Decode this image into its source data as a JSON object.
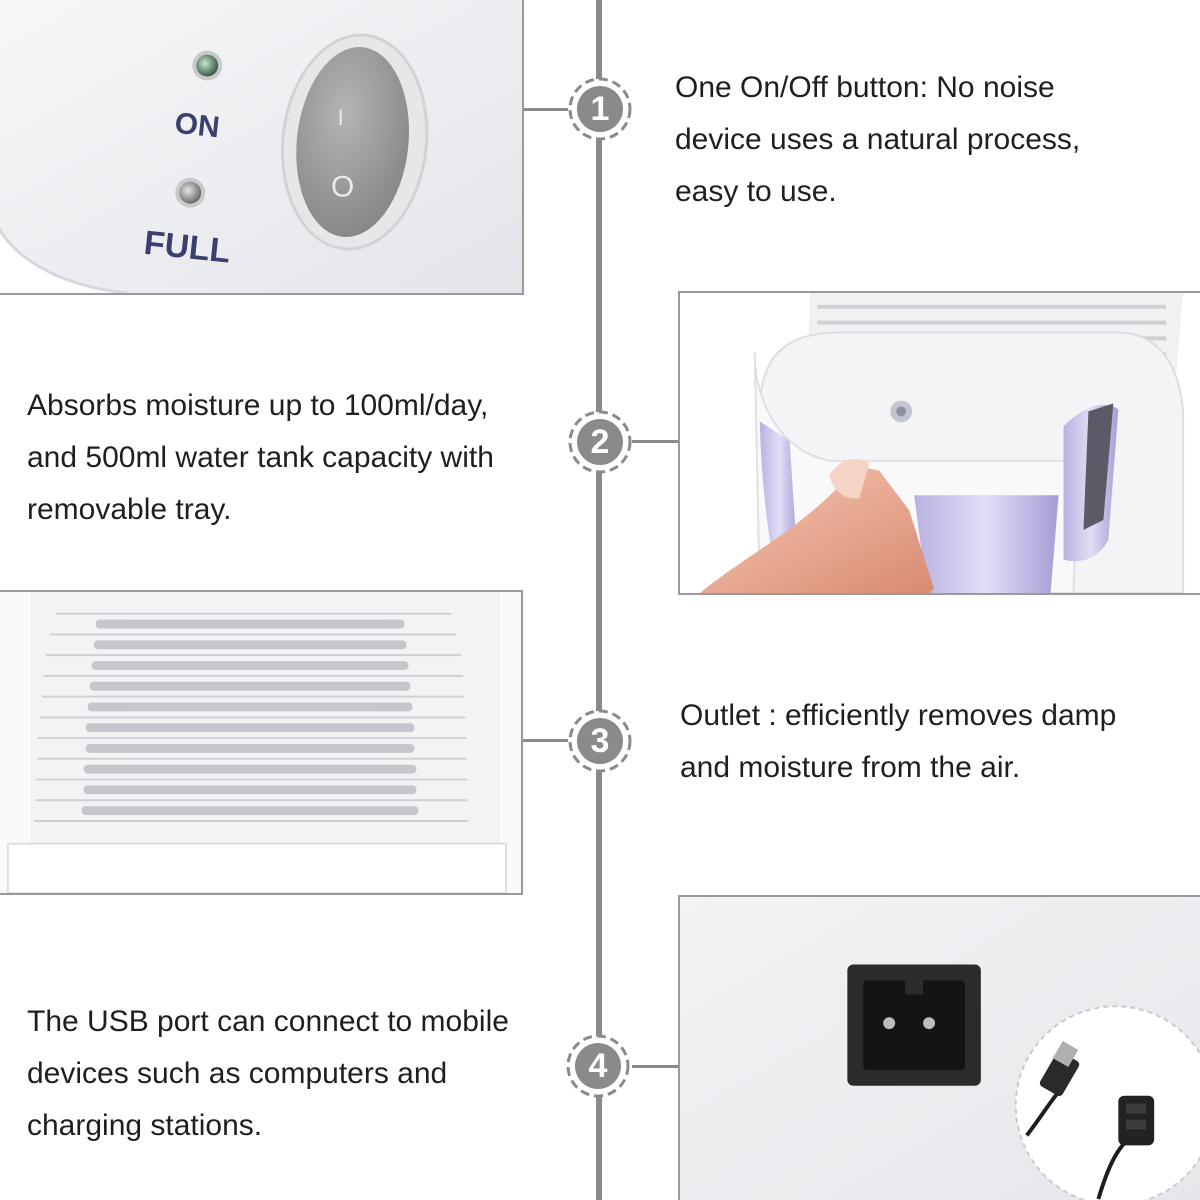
{
  "features": [
    {
      "number": "1",
      "caption": [
        "One On/Off button: No noise",
        "device uses a natural process,",
        "easy to use."
      ],
      "photo": {
        "labels": {
          "on": "ON",
          "full": "FULL"
        },
        "switch_marks": {
          "on": "I",
          "off": "O"
        }
      }
    },
    {
      "number": "2",
      "caption": [
        "Absorbs moisture up to 100ml/day,",
        "and 500ml water tank capacity with",
        "removable tray."
      ]
    },
    {
      "number": "3",
      "caption": [
        "Outlet : efficiently removes damp",
        "and moisture from the air."
      ]
    },
    {
      "number": "4",
      "caption": [
        "The USB port can connect to mobile",
        "devices such as computers and",
        "charging stations."
      ]
    }
  ],
  "colors": {
    "spine": "#8a8a8a",
    "marker": "#8a8a8a",
    "text": "#1f1f1f",
    "panel_border": "#9a9a9a",
    "tank_purple": "#c9c2ea"
  },
  "icons": {
    "marker": "dashed-ring-number-badge",
    "power_socket": "power-socket-icon",
    "usb_plug": "usb-plug-icon"
  }
}
